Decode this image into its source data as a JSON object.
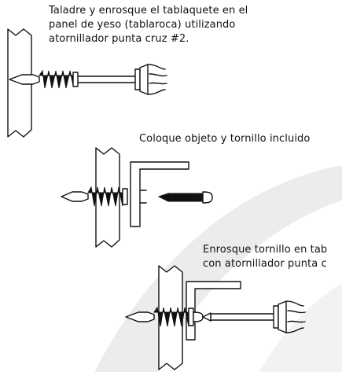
{
  "colors": {
    "ink": "#111111",
    "watermark": "#ececec",
    "background": "#ffffff"
  },
  "steps": [
    {
      "lines": [
        "Taladre y enrosque el tablaquete en el",
        "panel de yeso (tablaroca) utilizando",
        "atornillador punta cruz #2."
      ]
    },
    {
      "lines": [
        "Coloque objeto y tornillo incluido"
      ]
    },
    {
      "lines": [
        "Enrosque tornillo en tab",
        "con atornillador punta c"
      ]
    }
  ],
  "icons": [
    "drywall-anchor-icon",
    "screwdriver-icon",
    "screw-icon",
    "shelf-bracket-icon",
    "wall-panel-icon"
  ]
}
